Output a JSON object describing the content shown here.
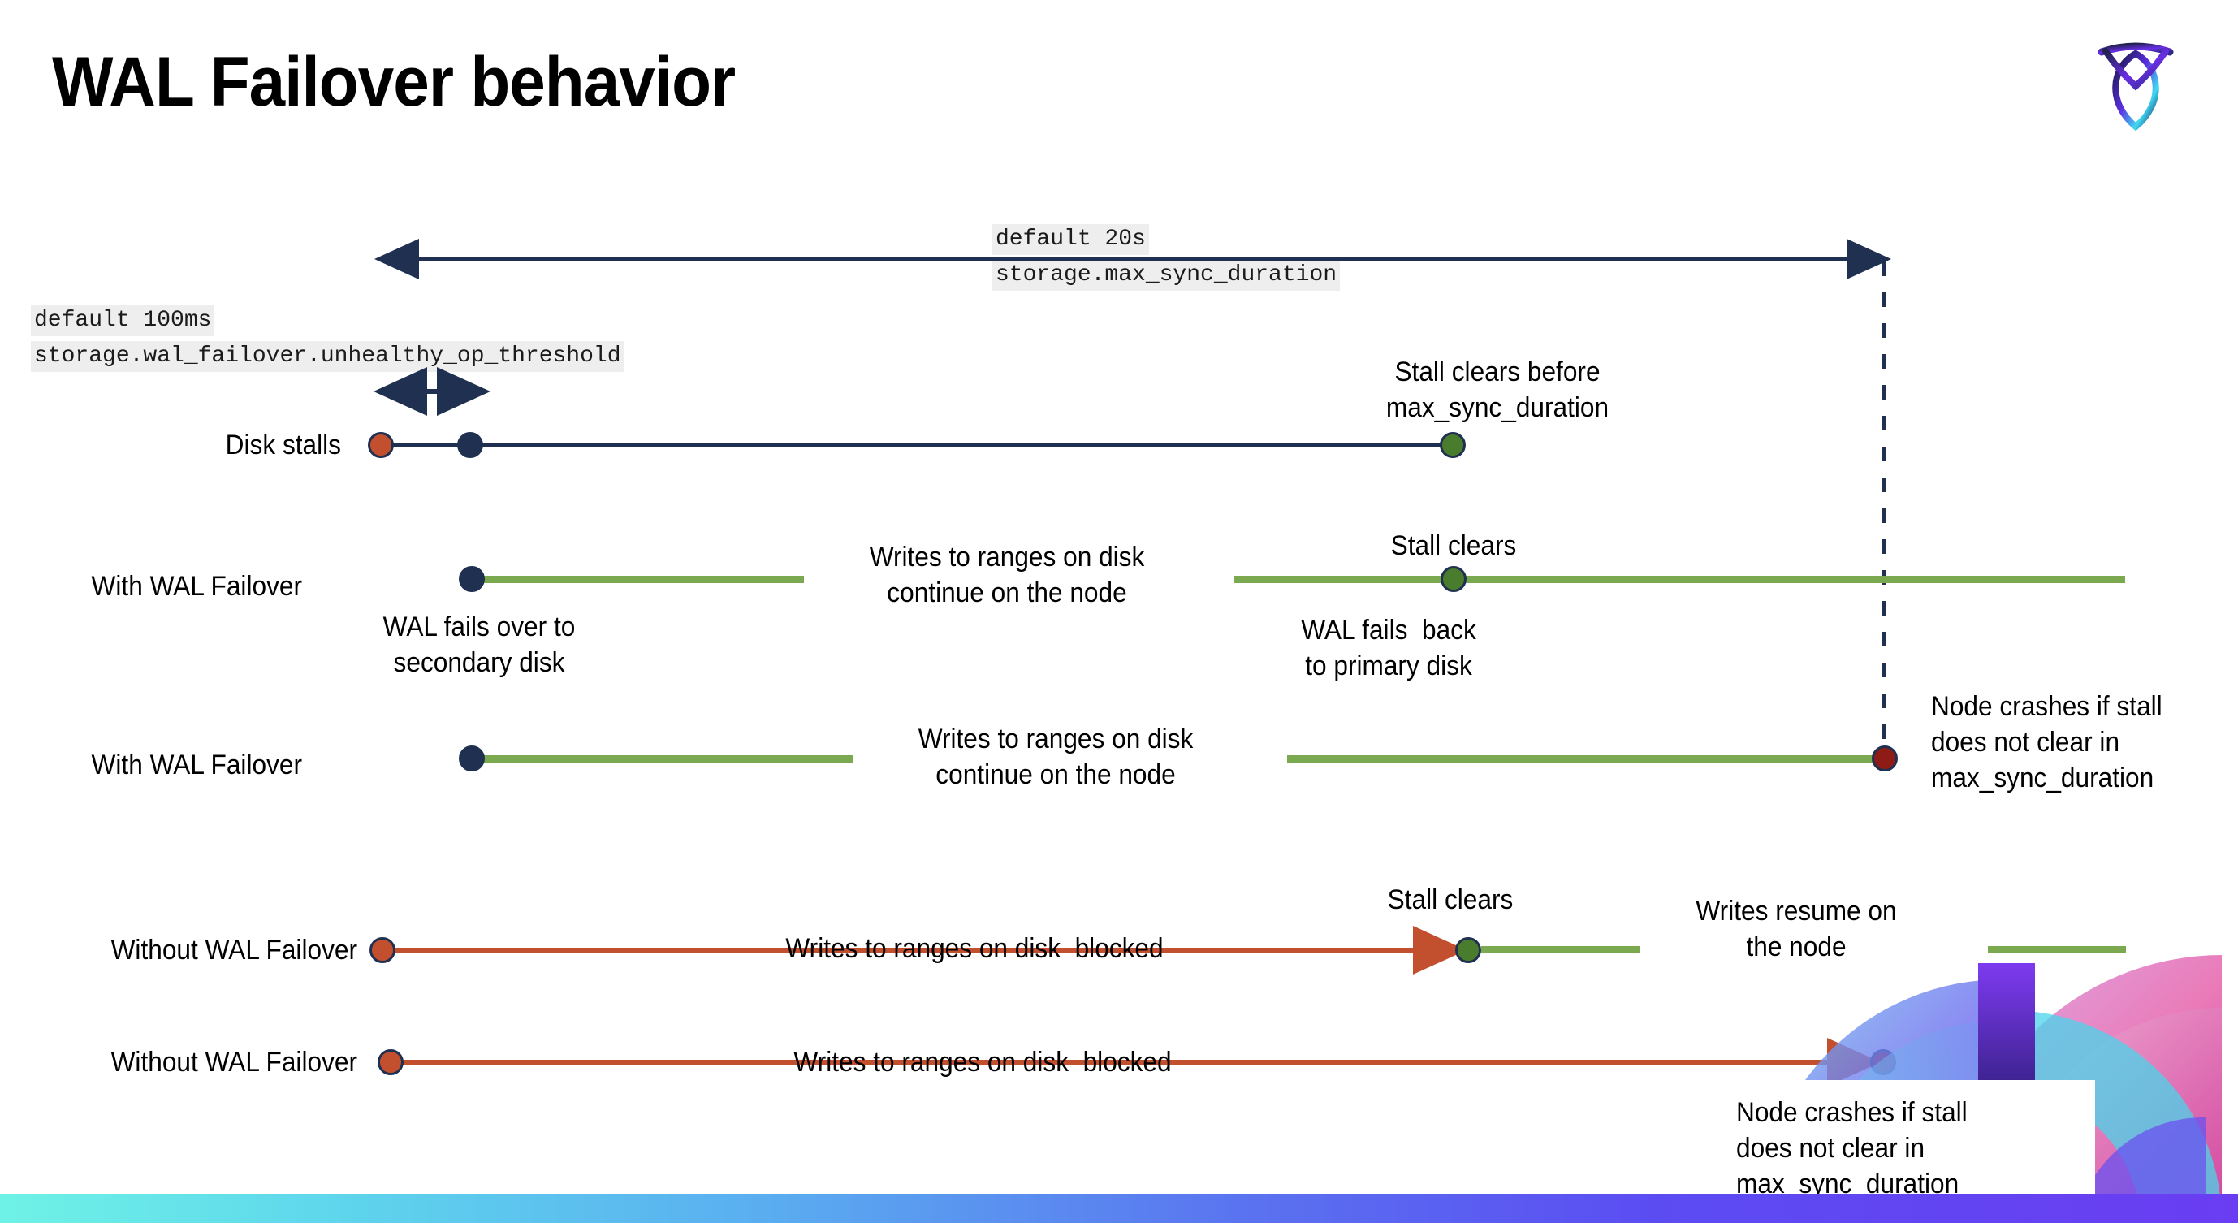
{
  "slide": {
    "title": "WAL Failover behavior",
    "logo_name": "cockroachdb-logo"
  },
  "settings": [
    {
      "id": "max-sync-duration",
      "default_line": "default 20s",
      "name_line": "storage.max_sync_duration"
    },
    {
      "id": "unhealthy-op-threshold",
      "default_line": "default 100ms",
      "name_line": "storage.wal_failover.unhealthy_op_threshold"
    }
  ],
  "rows": [
    {
      "id": "disk-stalls",
      "label": "Disk stalls",
      "annotations": [
        "Stall clears before\nmax_sync_duration"
      ]
    },
    {
      "id": "with-wal-failover-clears",
      "label": "With WAL Failover",
      "annotations": [
        "Writes to ranges on disk\ncontinue on the node",
        "Stall clears",
        "WAL fails over to\nsecondary disk",
        "WAL fails  back\nto primary disk"
      ]
    },
    {
      "id": "with-wal-failover-crash",
      "label": "With WAL Failover",
      "annotations": [
        "Writes to ranges on disk\ncontinue on the node",
        "Node crashes if stall\ndoes not clear in\nmax_sync_duration"
      ]
    },
    {
      "id": "without-wal-failover-clears",
      "label": "Without WAL Failover",
      "annotations": [
        "Writes to ranges on disk  blocked",
        "Stall clears",
        "Writes resume on\nthe node"
      ]
    },
    {
      "id": "without-wal-failover-crash",
      "label": "Without WAL Failover",
      "annotations": [
        "Writes to ranges on disk  blocked",
        "Node crashes if stall\ndoes not clear in\nmax_sync_duration"
      ]
    }
  ],
  "text": {
    "stall_clears_before": "Stall clears before\nmax_sync_duration",
    "stall_clears": "Stall clears",
    "wal_fails_over": "WAL fails over to\nsecondary disk",
    "wal_fails_back": "WAL fails  back\nto primary disk",
    "writes_continue": "Writes to ranges on disk\ncontinue on the node",
    "writes_blocked": "Writes to ranges on disk  blocked",
    "writes_resume": "Writes resume on\nthe node",
    "node_crashes": "Node crashes if stall\ndoes not clear in\nmax_sync_duration"
  },
  "colors": {
    "navy": "#1f3051",
    "green_line": "#7aa94f",
    "green_dot": "#4a7c2d",
    "orange": "#c2502f",
    "dark_red": "#8e1b15",
    "code_bg": "#eeeeee",
    "bar_start": "#6ff2e6",
    "bar_end": "#6a3df2"
  }
}
